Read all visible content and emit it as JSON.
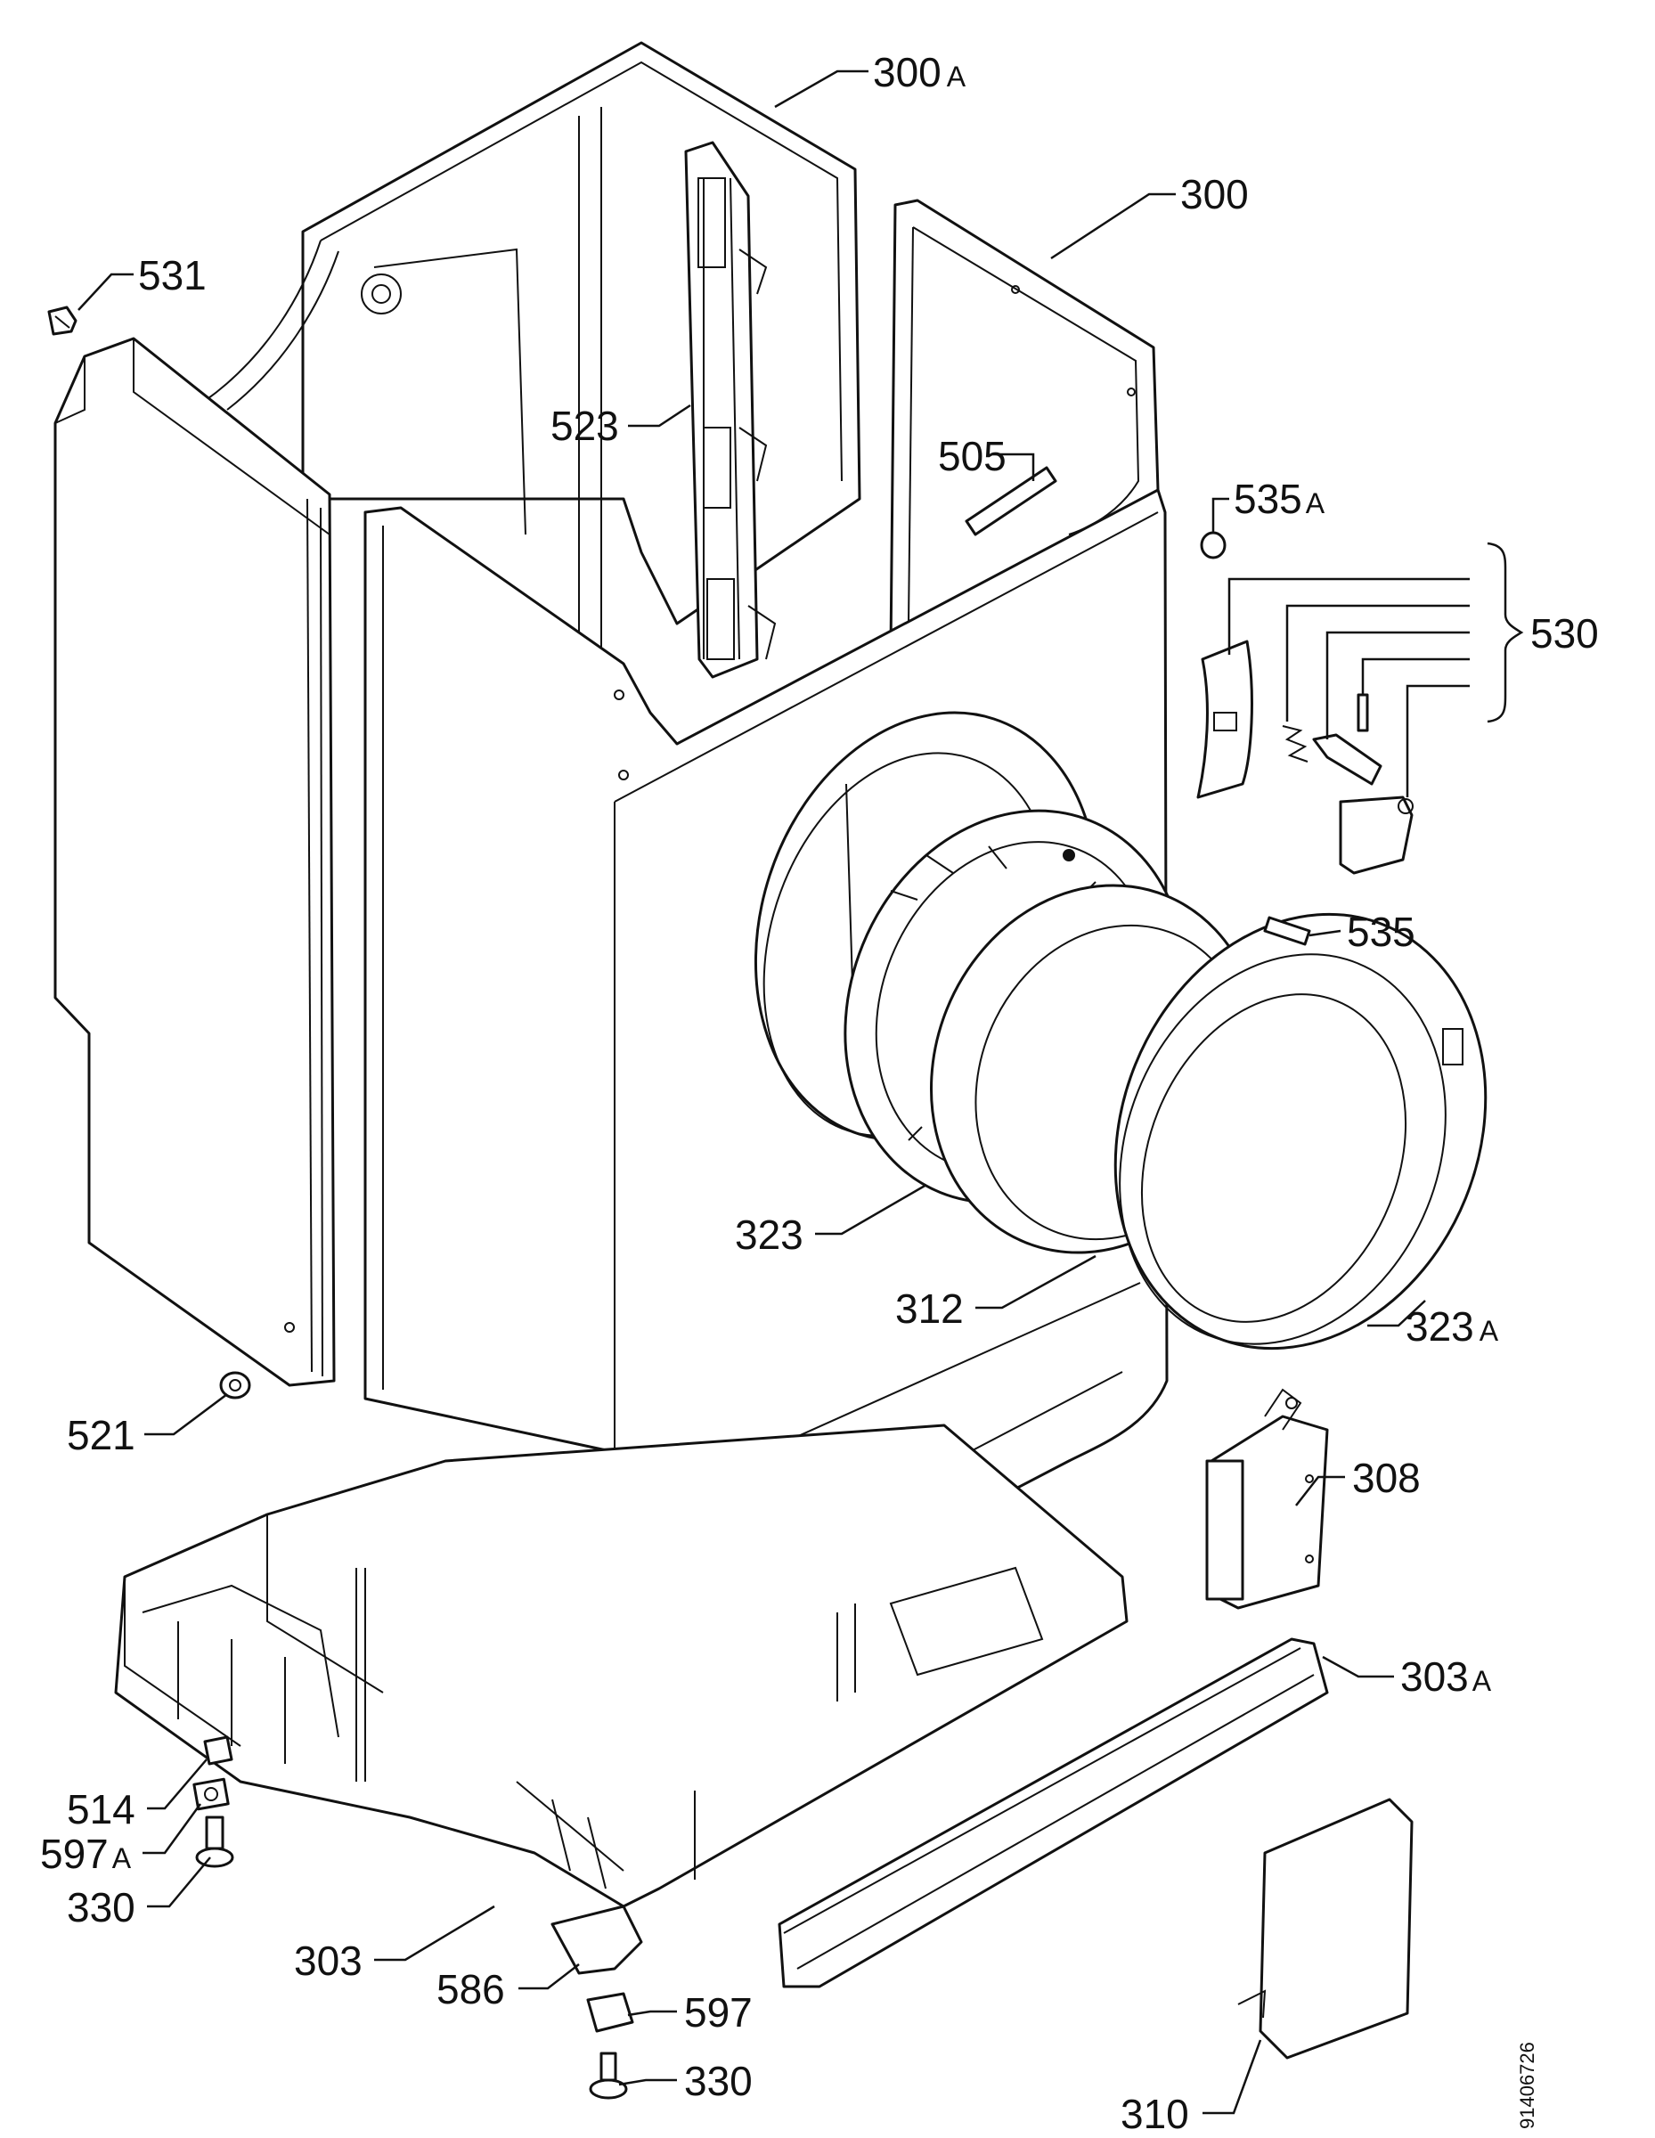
{
  "callouts": {
    "c300a": {
      "num": "300",
      "suffix": "A"
    },
    "c300": {
      "num": "300",
      "suffix": ""
    },
    "c531": {
      "num": "531",
      "suffix": ""
    },
    "c523": {
      "num": "523",
      "suffix": ""
    },
    "c505": {
      "num": "505",
      "suffix": ""
    },
    "c535a": {
      "num": "535",
      "suffix": "A"
    },
    "c530": {
      "num": "530",
      "suffix": ""
    },
    "c535": {
      "num": "535",
      "suffix": ""
    },
    "c323": {
      "num": "323",
      "suffix": ""
    },
    "c312": {
      "num": "312",
      "suffix": ""
    },
    "c323a": {
      "num": "323",
      "suffix": "A"
    },
    "c521": {
      "num": "521",
      "suffix": ""
    },
    "c308": {
      "num": "308",
      "suffix": ""
    },
    "c303a": {
      "num": "303",
      "suffix": "A"
    },
    "c514": {
      "num": "514",
      "suffix": ""
    },
    "c597a": {
      "num": "597",
      "suffix": "A"
    },
    "c330a": {
      "num": "330",
      "suffix": ""
    },
    "c303": {
      "num": "303",
      "suffix": ""
    },
    "c586": {
      "num": "586",
      "suffix": ""
    },
    "c597": {
      "num": "597",
      "suffix": ""
    },
    "c330b": {
      "num": "330",
      "suffix": ""
    },
    "c310": {
      "num": "310",
      "suffix": ""
    }
  },
  "doc_id": "91406726",
  "colors": {
    "ink": "#111111",
    "paper": "#ffffff"
  }
}
